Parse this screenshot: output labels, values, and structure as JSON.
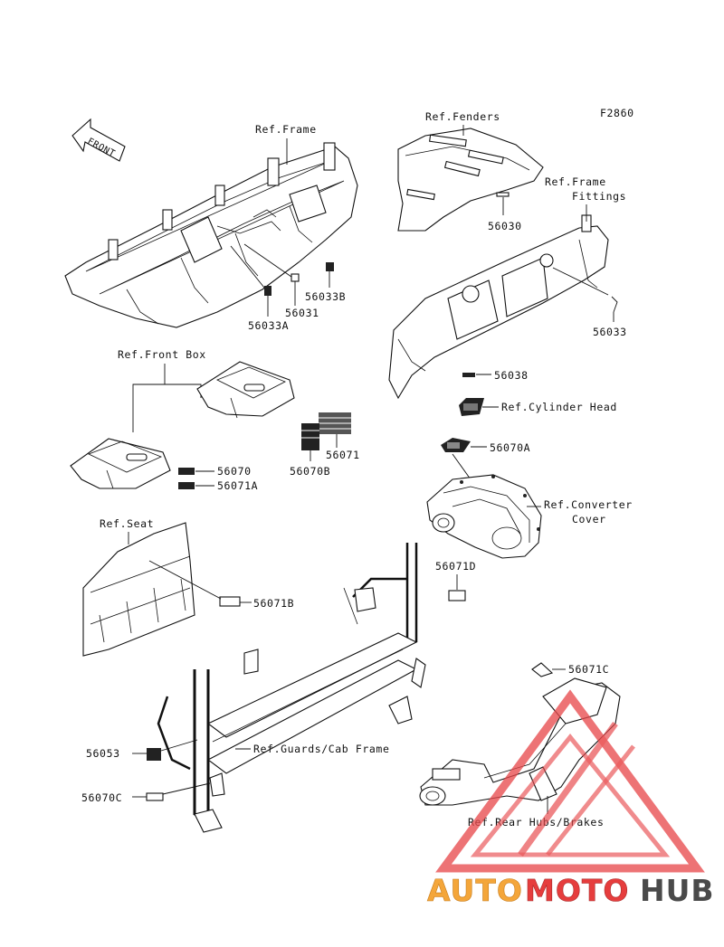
{
  "figure_code": "F2860",
  "front_arrow": "FRONT",
  "refs": {
    "frame": "Ref.Frame",
    "fenders": "Ref.Fenders",
    "frame_fittings_1": "Ref.Frame",
    "frame_fittings_2": "Fittings",
    "front_box": "Ref.Front Box",
    "cylinder_head": "Ref.Cylinder Head",
    "converter_cover_1": "Ref.Converter",
    "converter_cover_2": "Cover",
    "seat": "Ref.Seat",
    "guards_cab_frame": "Ref.Guards/Cab Frame",
    "rear_hubs_brakes": "Ref.Rear Hubs/Brakes"
  },
  "parts": {
    "p56030": "56030",
    "p56031": "56031",
    "p56033A": "56033A",
    "p56033B": "56033B",
    "p56033": "56033",
    "p56038": "56038",
    "p56070": "56070",
    "p56070A": "56070A",
    "p56070B": "56070B",
    "p56070C": "56070C",
    "p56071": "56071",
    "p56071A": "56071A",
    "p56071B": "56071B",
    "p56071C": "56071C",
    "p56071D": "56071D",
    "p56053": "56053"
  },
  "watermark": {
    "part1": "AUTO",
    "part2": "MOTO",
    "part3": "HUB",
    "color_auto": "#f4a63a",
    "color_moto": "#e63d3d",
    "color_hub": "#4a4a4a",
    "triangle_color": "#e8494b"
  }
}
